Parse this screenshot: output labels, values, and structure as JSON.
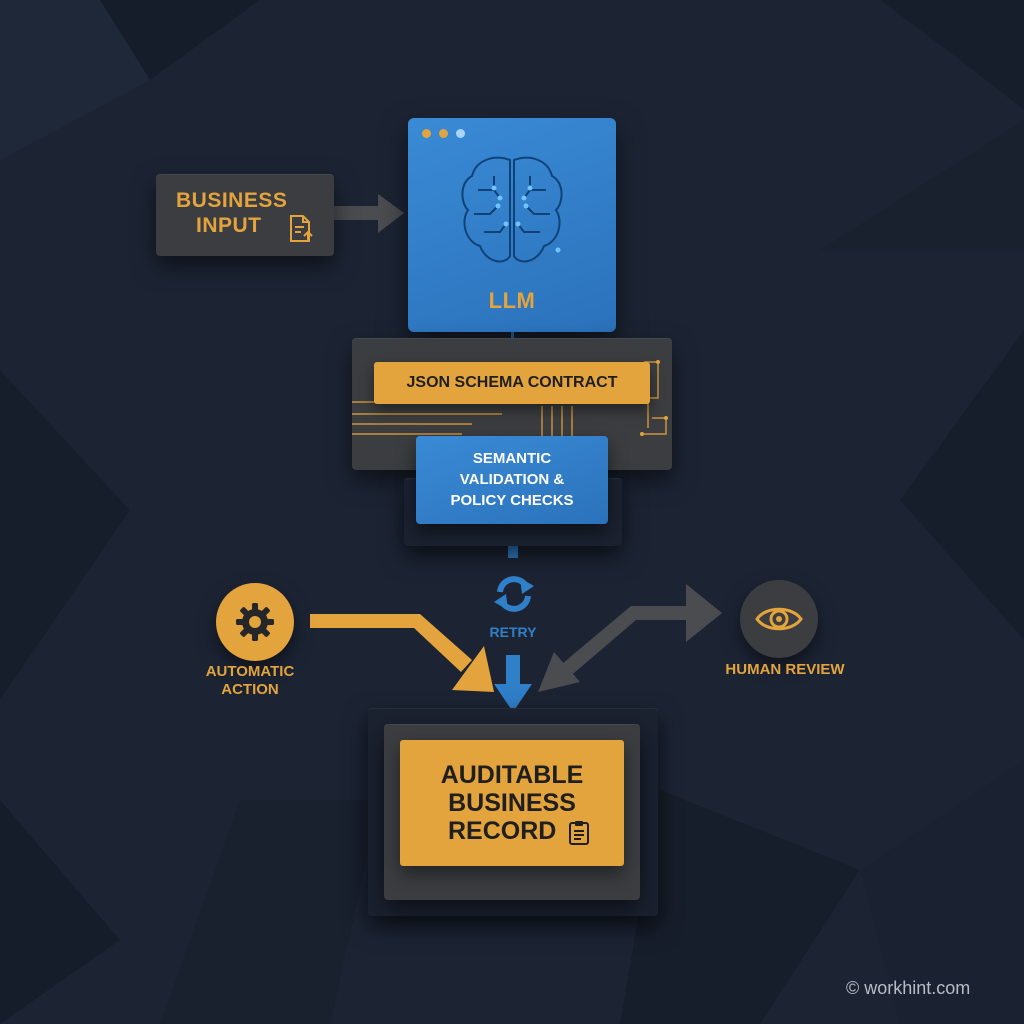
{
  "nodes": {
    "business_input": {
      "line1": "BUSINESS",
      "line2": "INPUT",
      "icon": "document-upload-icon"
    },
    "llm": {
      "label": "LLM",
      "icon": "brain-circuit-icon"
    },
    "json_schema": {
      "label": "JSON SCHEMA CONTRACT"
    },
    "semantic": {
      "line1": "SEMANTIC",
      "line2": "VALIDATION &",
      "line3": "POLICY CHECKS"
    },
    "retry": {
      "label": "RETRY",
      "icon": "refresh-icon"
    },
    "automatic_action": {
      "line1": "AUTOMATIC",
      "line2": "ACTION",
      "icon": "gear-icon"
    },
    "human_review": {
      "label": "HUMAN REVIEW",
      "icon": "eye-icon"
    },
    "record": {
      "line1": "AUDITABLE",
      "line2": "BUSINESS",
      "line3": "RECORD",
      "icon": "clipboard-icon"
    }
  },
  "watermark": "© workhint.com",
  "colors": {
    "background": "#1c2434",
    "orange": "#e3a33d",
    "blue": "#2f7fc9",
    "dark_card": "#3b3d40"
  }
}
